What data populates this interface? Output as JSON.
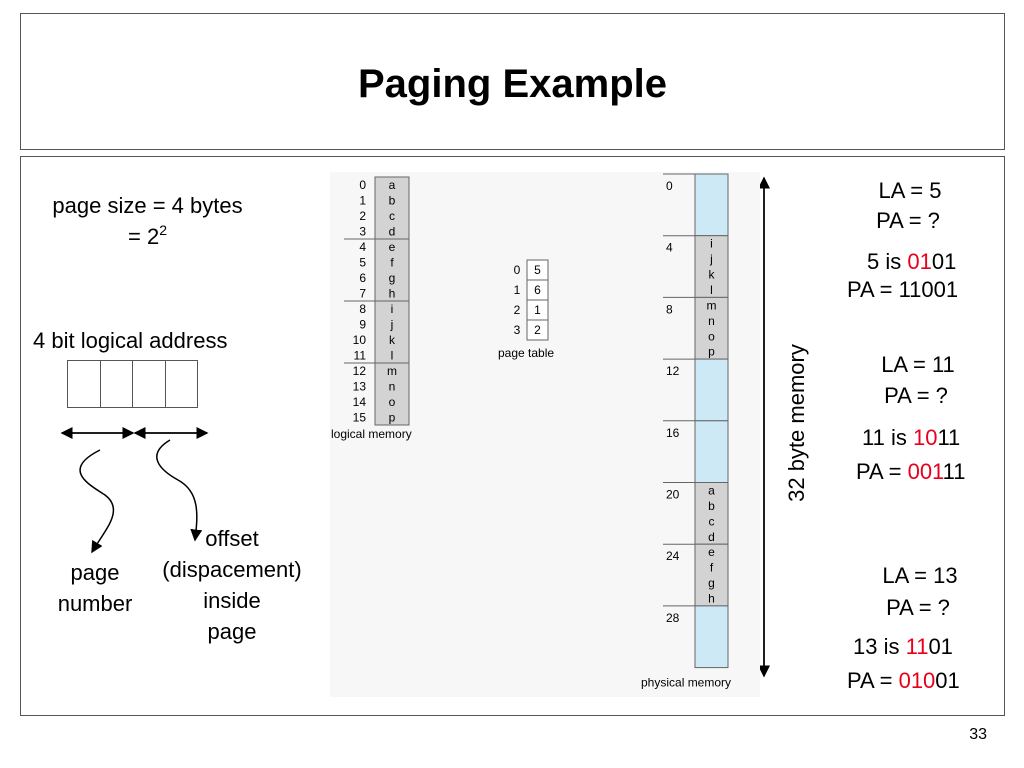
{
  "title": "Paging Example",
  "slide_number": "33",
  "left": {
    "page_size_line1": "page size = 4 bytes",
    "page_size_line2_base": "= 2",
    "page_size_line2_exp": "2",
    "logical_address_label": "4 bit logical address",
    "address_bits": 4,
    "page_number_label": [
      "page",
      "number"
    ],
    "offset_label": [
      "offset",
      "(dispacement)",
      "inside",
      "page"
    ]
  },
  "logical_memory": {
    "caption": "logical memory",
    "addresses": [
      "0",
      "1",
      "2",
      "3",
      "4",
      "5",
      "6",
      "7",
      "8",
      "9",
      "10",
      "11",
      "12",
      "13",
      "14",
      "15"
    ],
    "contents": [
      "a",
      "b",
      "c",
      "d",
      "e",
      "f",
      "g",
      "h",
      "i",
      "j",
      "k",
      "l",
      "m",
      "n",
      "o",
      "p"
    ]
  },
  "page_table": {
    "caption": "page table",
    "indices": [
      "0",
      "1",
      "2",
      "3"
    ],
    "frames": [
      "5",
      "6",
      "1",
      "2"
    ]
  },
  "physical_memory": {
    "caption": "physical memory",
    "size_label": "32 byte memory",
    "frame_addresses": [
      "0",
      "4",
      "8",
      "12",
      "16",
      "20",
      "24",
      "28"
    ],
    "frames": [
      [],
      [
        "i",
        "j",
        "k",
        "l"
      ],
      [
        "m",
        "n",
        "o",
        "p"
      ],
      [],
      [],
      [
        "a",
        "b",
        "c",
        "d"
      ],
      [
        "e",
        "f",
        "g",
        "h"
      ],
      []
    ],
    "colors": {
      "empty": "#cce9f5",
      "used": "#d3d3d3"
    }
  },
  "examples": [
    {
      "la": "LA = 5",
      "pa_q": "PA = ?",
      "is_pre": "5 is ",
      "is_red": "01",
      "is_post": "01",
      "pa_pre": "PA = 11001",
      "pa_red": "",
      "pa_post": ""
    },
    {
      "la": "LA = 11",
      "pa_q": "PA = ?",
      "is_pre": "11 is ",
      "is_red": "10",
      "is_post": "11",
      "pa_pre": "PA = ",
      "pa_red": "001",
      "pa_post": "11"
    },
    {
      "la": "LA = 13",
      "pa_q": "PA = ?",
      "is_pre": "13 is ",
      "is_red": "11",
      "is_post": "01",
      "pa_pre": "PA = ",
      "pa_red": "010",
      "pa_post": "01"
    }
  ]
}
